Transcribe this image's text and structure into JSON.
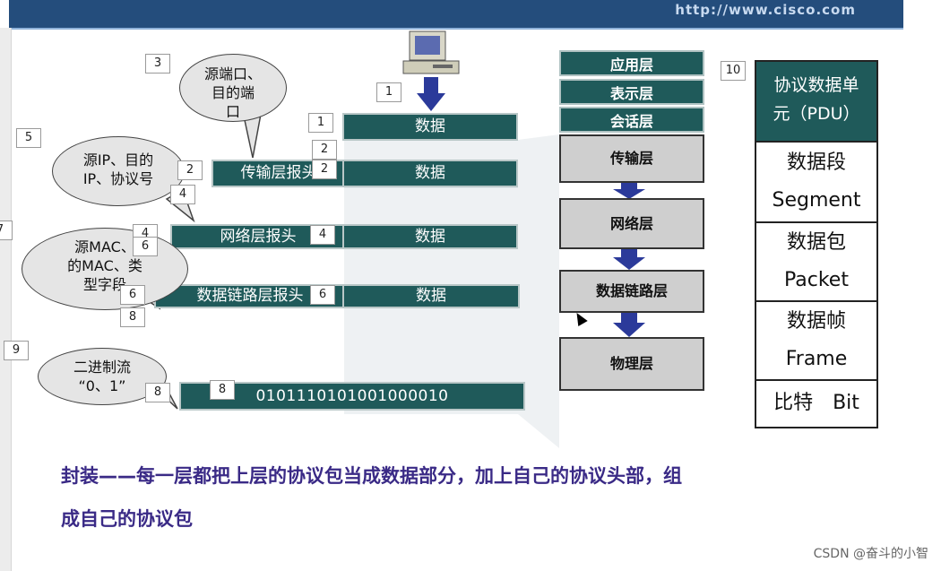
{
  "header": {
    "url": "http://www.cisco.com"
  },
  "encapsulation": {
    "data_only": "数据",
    "transport_header": "传输层报头",
    "network_header": "网络层报头",
    "datalink_header": "数据链路层报头",
    "payload": "数据",
    "bits": "0101110101001000010"
  },
  "bubbles": {
    "ports": [
      "源端口、",
      "目的端",
      "口"
    ],
    "ip": [
      "源IP、目的",
      "IP、协议号"
    ],
    "mac": [
      "源MAC、",
      "的MAC、类",
      "型字段"
    ],
    "binary": [
      "二进制流",
      "“0、1”"
    ]
  },
  "tags": {
    "t1a": "1",
    "t1b": "1",
    "t2a": "2",
    "t2b": "2",
    "t2c": "2",
    "t3": "3",
    "t4a": "4",
    "t4b": "4",
    "t4c": "4",
    "t5": "5",
    "t6a": "6",
    "t6b": "6",
    "t6c": "6",
    "t7": "7",
    "t8a": "8",
    "t8b": "8",
    "t8c": "8",
    "t9": "9",
    "t10": "10"
  },
  "osi_layers": {
    "application": "应用层",
    "presentation": "表示层",
    "session": "会话层",
    "transport": "传输层",
    "network": "网络层",
    "datalink": "数据链路层",
    "physical": "物理层"
  },
  "pdu": {
    "title_line1": "协议数据单",
    "title_line2": "元（PDU）",
    "segment_cn": "数据段",
    "segment_en": "Segment",
    "packet_cn": "数据包",
    "packet_en": "Packet",
    "frame_cn": "数据帧",
    "frame_en": "Frame",
    "bit": "比特　Bit"
  },
  "caption": {
    "line1": "封装——每一层都把上层的协议包当成数据部分，加上自己的协议头部，组",
    "line2": "成自己的协议包"
  },
  "watermark": "CSDN @奋斗的小智",
  "colors": {
    "bar": "#1f5a5a",
    "arrow": "#2b3a9a",
    "caption": "#3a2a86",
    "header": "#244d7c"
  }
}
